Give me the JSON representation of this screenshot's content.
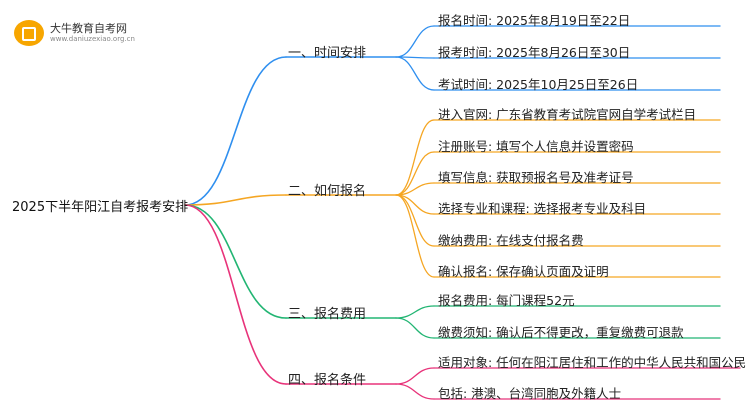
{
  "logo": {
    "name": "大牛教育自考网",
    "url": "www.daniuzexiao.org.cn"
  },
  "root": {
    "label": "2025下半年阳江自考报考安排"
  },
  "branches": [
    {
      "label": "一、时间安排",
      "color": "#2f8fef",
      "leaves": [
        "报名时间: 2025年8月19日至22日",
        "报考时间: 2025年8月26日至30日",
        "考试时间: 2025年10月25日至26日"
      ]
    },
    {
      "label": "二、如何报名",
      "color": "#f5a623",
      "leaves": [
        "进入官网: 广东省教育考试院官网自学考试栏目",
        "注册账号: 填写个人信息并设置密码",
        "填写信息: 获取预报名号及准考证号",
        "选择专业和课程: 选择报考专业及科目",
        "缴纳费用: 在线支付报名费",
        "确认报名: 保存确认页面及证明"
      ]
    },
    {
      "label": "三、报名费用",
      "color": "#22b573",
      "leaves": [
        "报名费用: 每门课程52元",
        "缴费须知: 确认后不得更改，重复缴费可退款"
      ]
    },
    {
      "label": "四、报名条件",
      "color": "#e8337a",
      "leaves": [
        "适用对象: 任何在阳江居住和工作的中华人民共和国公民",
        "包括: 港澳、台湾同胞及外籍人士"
      ]
    }
  ]
}
